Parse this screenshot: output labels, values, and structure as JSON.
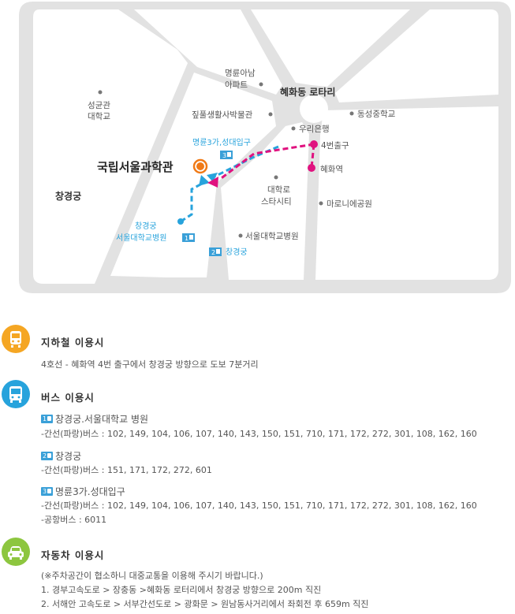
{
  "map": {
    "venue": "국립서울과학관",
    "labels": {
      "sungkyunkwan": [
        "성균관",
        "대학교"
      ],
      "myeongnyun_apt": [
        "명륜아남",
        "아파트"
      ],
      "hyehwa_rotary": "혜화동 로타리",
      "dongsung_school": "동성중학교",
      "jipul_museum": "짚풀생활사박물관",
      "woori_bank": "우리은행",
      "exit4": "4번출구",
      "hyehwa_station": "혜화역",
      "daehakro": [
        "대학로",
        "스타시티"
      ],
      "marronnier": "마로니에공원",
      "changgyeonggung": "창경궁",
      "snuh": "서울대학교병원",
      "stop1": [
        "창경궁",
        "서울대학교병원"
      ],
      "stop2": "창경궁",
      "stop3": "명륜3가,성대입구"
    },
    "stop_numbers": [
      "1",
      "2",
      "3"
    ],
    "colors": {
      "road": "#e2e2e2",
      "bus_route": "#27a3dc",
      "subway_route": "#e0127f",
      "venue": "#f07a17"
    }
  },
  "subway": {
    "title": "지하철 이용시",
    "icon": "train-icon",
    "color": "#f5a623",
    "line": "4호선 - 혜화역 4번 출구에서 창경궁 방향으로 도보 7분거리"
  },
  "bus": {
    "title": "버스 이용시",
    "icon": "bus-icon",
    "color": "#27a3dc",
    "stops": [
      {
        "num": "1",
        "name": "창경궁.서울대학교 병원",
        "lines": [
          "-간선(파랑)버스 : 102, 149, 104, 106, 107, 140, 143, 150, 151, 710, 171, 172, 272, 301, 108, 162, 160"
        ]
      },
      {
        "num": "2",
        "name": "창경궁",
        "lines": [
          "-간선(파랑)버스 : 151, 171, 172, 272, 601"
        ]
      },
      {
        "num": "3",
        "name": "명륜3가.성대입구",
        "lines": [
          "-간선(파랑)버스 : 102, 149, 104, 106, 107, 140, 143, 150, 151, 710, 171, 172, 272, 301, 108, 162, 160",
          "-공항버스 : 6011"
        ]
      }
    ]
  },
  "car": {
    "title": "자동차 이용시",
    "icon": "car-icon",
    "color": "#8dc63f",
    "lines": [
      "(※주차공간이 협소하니 대중교통을 이용해 주시기 바랍니다.)",
      "1. 경부고속도로 > 장충동 >혜화동 로터리에서 창경궁 방향으로 200m 직진",
      "2. 서해안 고속도로 > 서부간선도로 > 광화문 > 원남동사거리에서 좌회전 후 659m 직진"
    ]
  }
}
